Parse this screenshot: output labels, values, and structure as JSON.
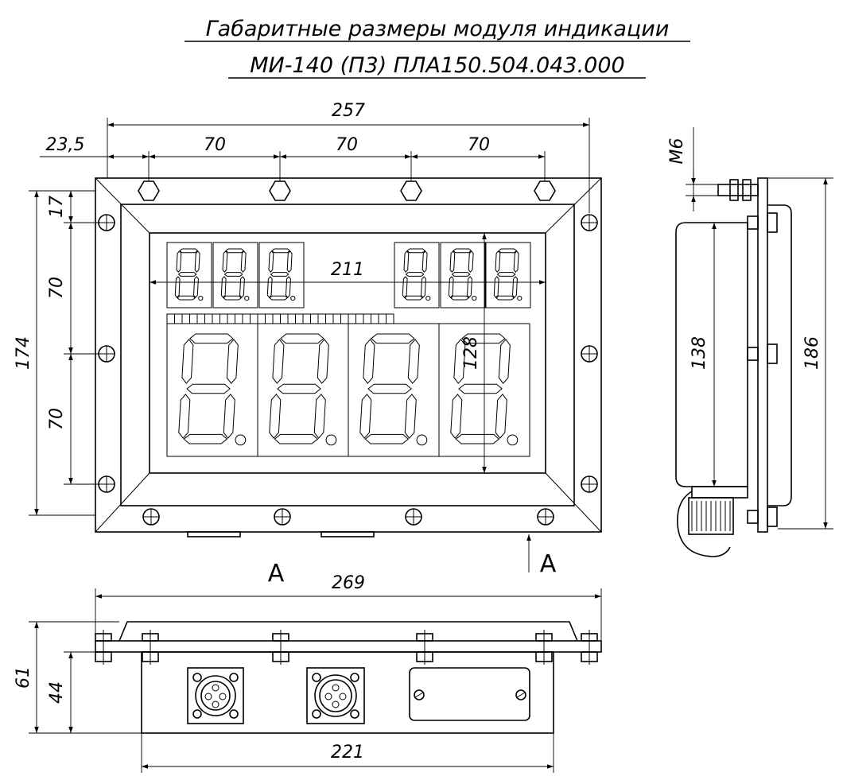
{
  "title": {
    "line1": "Габаритные размеры модуля индикации",
    "line2": "МИ-140 (П3)   ПЛА150.504.043.000"
  },
  "view_labels": {
    "left_a": "А",
    "right_a": "А"
  },
  "dimensions": {
    "front_total_width": "257",
    "front_offset": "23,5",
    "bolt_pitch_1": "70",
    "bolt_pitch_2": "70",
    "bolt_pitch_3": "70",
    "top_margin": "17",
    "side_pitch_1": "70",
    "side_pitch_2": "70",
    "front_total_height": "174",
    "display_width": "211",
    "display_height": "128",
    "thread": "М6",
    "side_body_height": "138",
    "side_total_height": "186",
    "bottom_total_width": "269",
    "bottom_total_depth": "61",
    "bottom_body_depth": "44",
    "bottom_body_width": "221"
  }
}
